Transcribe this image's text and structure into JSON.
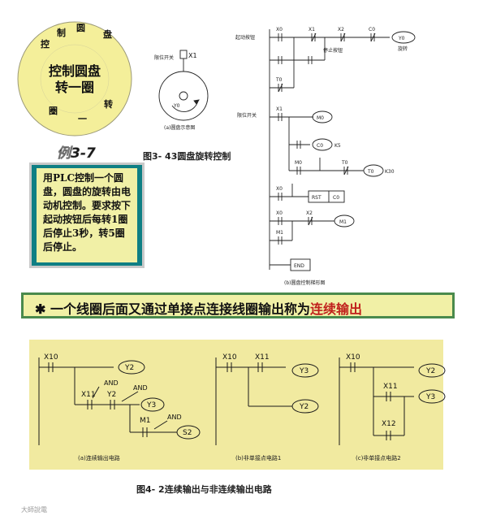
{
  "circle": {
    "text_main": [
      "控制圆盘",
      "转一圈"
    ],
    "text_ring": [
      "控",
      "制",
      "圆",
      "盘",
      "转",
      "一",
      "圈"
    ]
  },
  "example": {
    "label": "例3-7"
  },
  "note": {
    "text": "用PLC控制一个圆盘，圆盘的旋转由电动机控制。要求按下起动按钮后每转1圈后停止3秒，转5圈后停止。"
  },
  "disk": {
    "limit_label": "限位开关",
    "switch_label": "X1",
    "output_label": "Y0",
    "caption": "(a)圆盘示意图"
  },
  "fig_title": "图3- 43圆盘旋转控制",
  "ladder": {
    "start_label": "起动按钮",
    "stop_label": "停止按钮",
    "rotate_label": "旋转",
    "limit_label": "限位开关",
    "contacts": [
      "X0",
      "X1",
      "X2",
      "C0",
      "Y0",
      "T0",
      "X1",
      "M0",
      "C0",
      "K5",
      "M0",
      "T0",
      "T0",
      "K30",
      "X0",
      "RST",
      "C0",
      "X0",
      "X2",
      "M1",
      "M1",
      "END"
    ],
    "caption": "(b)圆盘控制梯形图"
  },
  "banner": {
    "prefix": "✱ 一个线圈后面又通过单接点连接线圈输出称为",
    "highlight": "连续输出"
  },
  "bottom": {
    "diag1": {
      "labels": [
        "X10",
        "Y2",
        "X11",
        "AND",
        "Y2",
        "AND",
        "Y3",
        "M1",
        "AND",
        "S2"
      ],
      "caption": "(a)连续输出电路"
    },
    "diag2": {
      "labels": [
        "X10",
        "X11",
        "Y3",
        "Y2"
      ],
      "caption": "(b)非单接点电路1"
    },
    "diag3": {
      "labels": [
        "X10",
        "Y2",
        "X11",
        "Y3",
        "X12"
      ],
      "caption": "(c)非单接点电路2"
    },
    "fig_title": "图4- 2连续输出与非连续输出电路"
  },
  "watermark": "大師說電"
}
